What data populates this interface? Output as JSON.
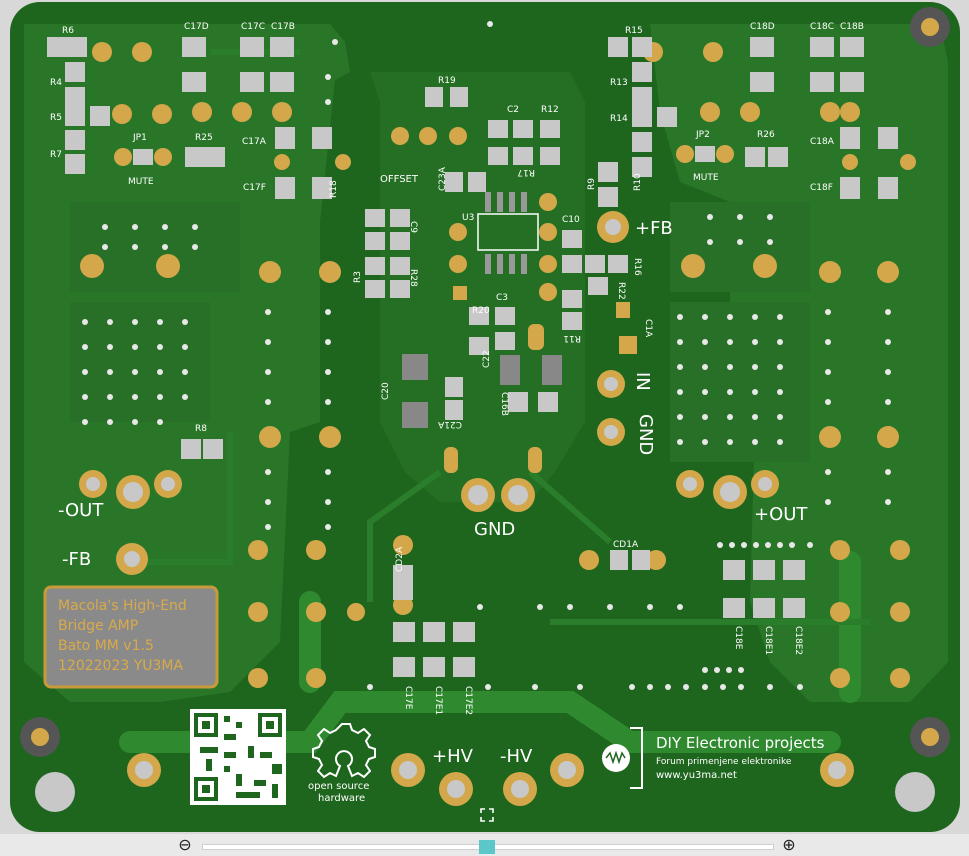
{
  "board": {
    "title_lines": [
      "Macola's High-End",
      "Bridge AMP",
      "Bato MM v1.5",
      "12022023 YU3MA"
    ],
    "labels": {
      "out_neg": "-OUT",
      "out_pos": "+OUT",
      "fb_neg": "-FB",
      "fb_pos": "+FB",
      "gnd_center": "GND",
      "in": "IN",
      "gnd_in": "GND",
      "hv_pos": "+HV",
      "hv_neg": "-HV",
      "offset": "OFFSET",
      "mute_left": "MUTE",
      "mute_right": "MUTE",
      "osh_line1": "open source",
      "osh_line2": "hardware",
      "brand_title": "DIY Electronic projects",
      "brand_sub": "Forum primenjene elektronike",
      "brand_url": "www.yu3ma.net"
    },
    "refdes": {
      "R6": "R6",
      "R4": "R4",
      "R5": "R5",
      "R7": "R7",
      "JP1": "JP1",
      "R25": "R25",
      "C17D": "C17D",
      "C17C": "C17C",
      "C17B": "C17B",
      "C17A": "C17A",
      "C17F": "C17F",
      "R19": "R19",
      "C2": "C2",
      "R12": "R12",
      "R17": "R17",
      "C23A": "C23A",
      "U3": "U3",
      "R18": "R18",
      "C9": "C9",
      "R3": "R3",
      "R28": "R28",
      "C10": "C10",
      "R16": "R16",
      "R22": "R22",
      "R20": "R20",
      "C3": "C3",
      "C22": "C22",
      "C16B": "C16B",
      "R11": "R11",
      "C1A": "C1A",
      "C20": "C20",
      "C21A": "C21A",
      "R15": "R15",
      "R13": "R13",
      "R14": "R14",
      "R9": "R9",
      "R10": "R10",
      "JP2": "JP2",
      "R26": "R26",
      "C18D": "C18D",
      "C18C": "C18C",
      "C18B": "C18B",
      "C18A": "C18A",
      "C18F": "C18F",
      "R8": "R8",
      "CD2A": "CD2A",
      "CD1A": "CD1A",
      "C17E": "C17E",
      "C17E1": "C17E1",
      "C17E2": "C17E2",
      "C18E": "C18E",
      "C18E1": "C18E1",
      "C18E2": "C18E2"
    }
  },
  "colors": {
    "board": "#1f6a1f",
    "copper_pour": "#2b7a2b",
    "pad_gold": "#d4a84a",
    "pad_silver": "#c8c8c8",
    "silk": "#ffffff",
    "title_box": "#8a8a8a",
    "title_border": "#c99a3a"
  },
  "viewer": {
    "zoom_out_icon": "zoom-out-icon",
    "zoom_in_icon": "zoom-in-icon",
    "fit_icon": "fit-to-screen-icon",
    "zoom_level": 0.49
  }
}
